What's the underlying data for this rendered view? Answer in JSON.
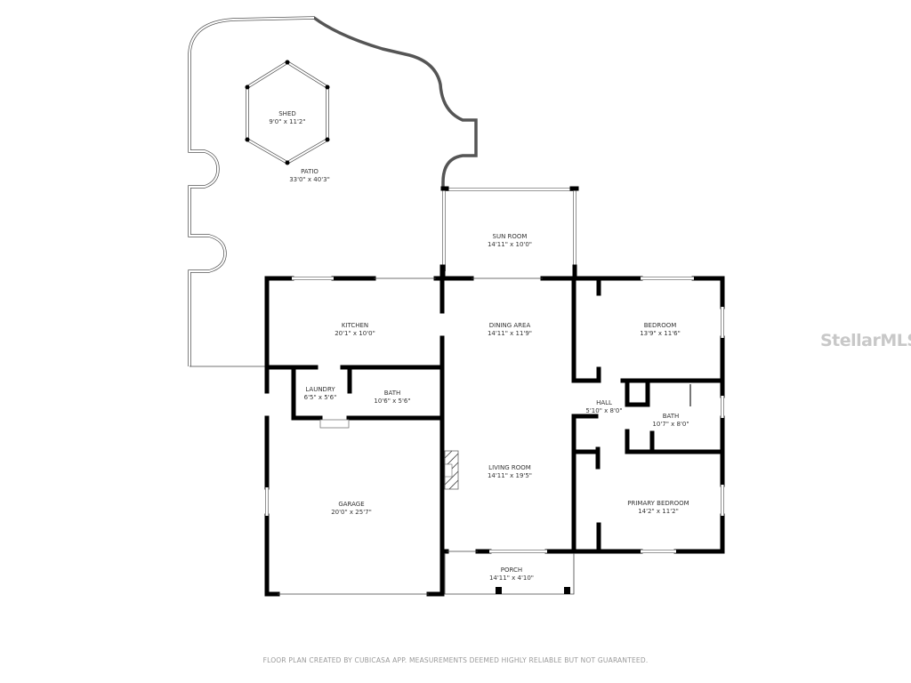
{
  "rooms": {
    "shed": {
      "name": "SHED",
      "size": "9'0\" x 11'2\""
    },
    "patio": {
      "name": "PATIO",
      "size": "33'0\" x 40'3\""
    },
    "sun_room": {
      "name": "SUN ROOM",
      "size": "14'11\" x 10'0\""
    },
    "kitchen": {
      "name": "KITCHEN",
      "size": "20'1\" x 10'0\""
    },
    "dining_area": {
      "name": "DINING AREA",
      "size": "14'11\" x 11'9\""
    },
    "bedroom": {
      "name": "BEDROOM",
      "size": "13'9\" x 11'6\""
    },
    "laundry": {
      "name": "LAUNDRY",
      "size": "6'5\" x 5'6\""
    },
    "bath_1": {
      "name": "BATH",
      "size": "10'6\" x 5'6\""
    },
    "hall": {
      "name": "HALL",
      "size": "5'10\" x 8'0\""
    },
    "bath_2": {
      "name": "BATH",
      "size": "10'7\" x 8'0\""
    },
    "living_room": {
      "name": "LIVING ROOM",
      "size": "14'11\" x 19'5\""
    },
    "garage": {
      "name": "GARAGE",
      "size": "20'0\" x 25'7\""
    },
    "primary_bedroom": {
      "name": "PRIMARY BEDROOM",
      "size": "14'2\" x 11'2\""
    },
    "porch": {
      "name": "PORCH",
      "size": "14'11\" x 4'10\""
    }
  },
  "footer": "FLOOR PLAN CREATED BY CUBICASA APP. MEASUREMENTS DEEMED HIGHLY RELIABLE BUT NOT GUARANTEED.",
  "watermark": "StellarMLS"
}
